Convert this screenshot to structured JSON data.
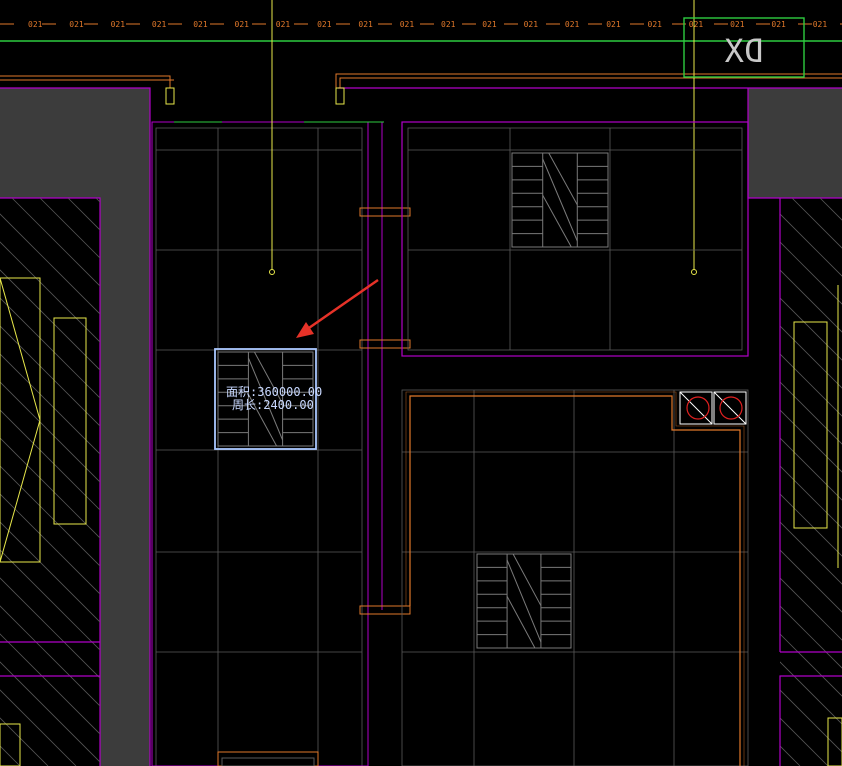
{
  "canvas": {
    "background": "#000000",
    "colors": {
      "wall_fill": "#3c3c3c",
      "wall_line": "#b000c8",
      "orange": "#e0782a",
      "yellow": "#e8e84a",
      "green": "#2ecc40",
      "grid": "#5a5a5a",
      "selection": "#aac8ff",
      "arrow": "#e63228",
      "dim_text": "#e0782a",
      "red_symbol": "#e02020",
      "label_text": "#c8d8ff"
    }
  },
  "top_dimension": {
    "repeated_label": "021",
    "count": 20
  },
  "room_tag": {
    "label": "DX"
  },
  "selected_tile": {
    "area_label": "面积:360000.00",
    "perimeter_label": "周长:2400.00"
  },
  "annotation": {
    "arrow_icon": "arrow-pointer-icon"
  },
  "symbols": {
    "count": 2,
    "icon": "circle-slash-icon"
  }
}
